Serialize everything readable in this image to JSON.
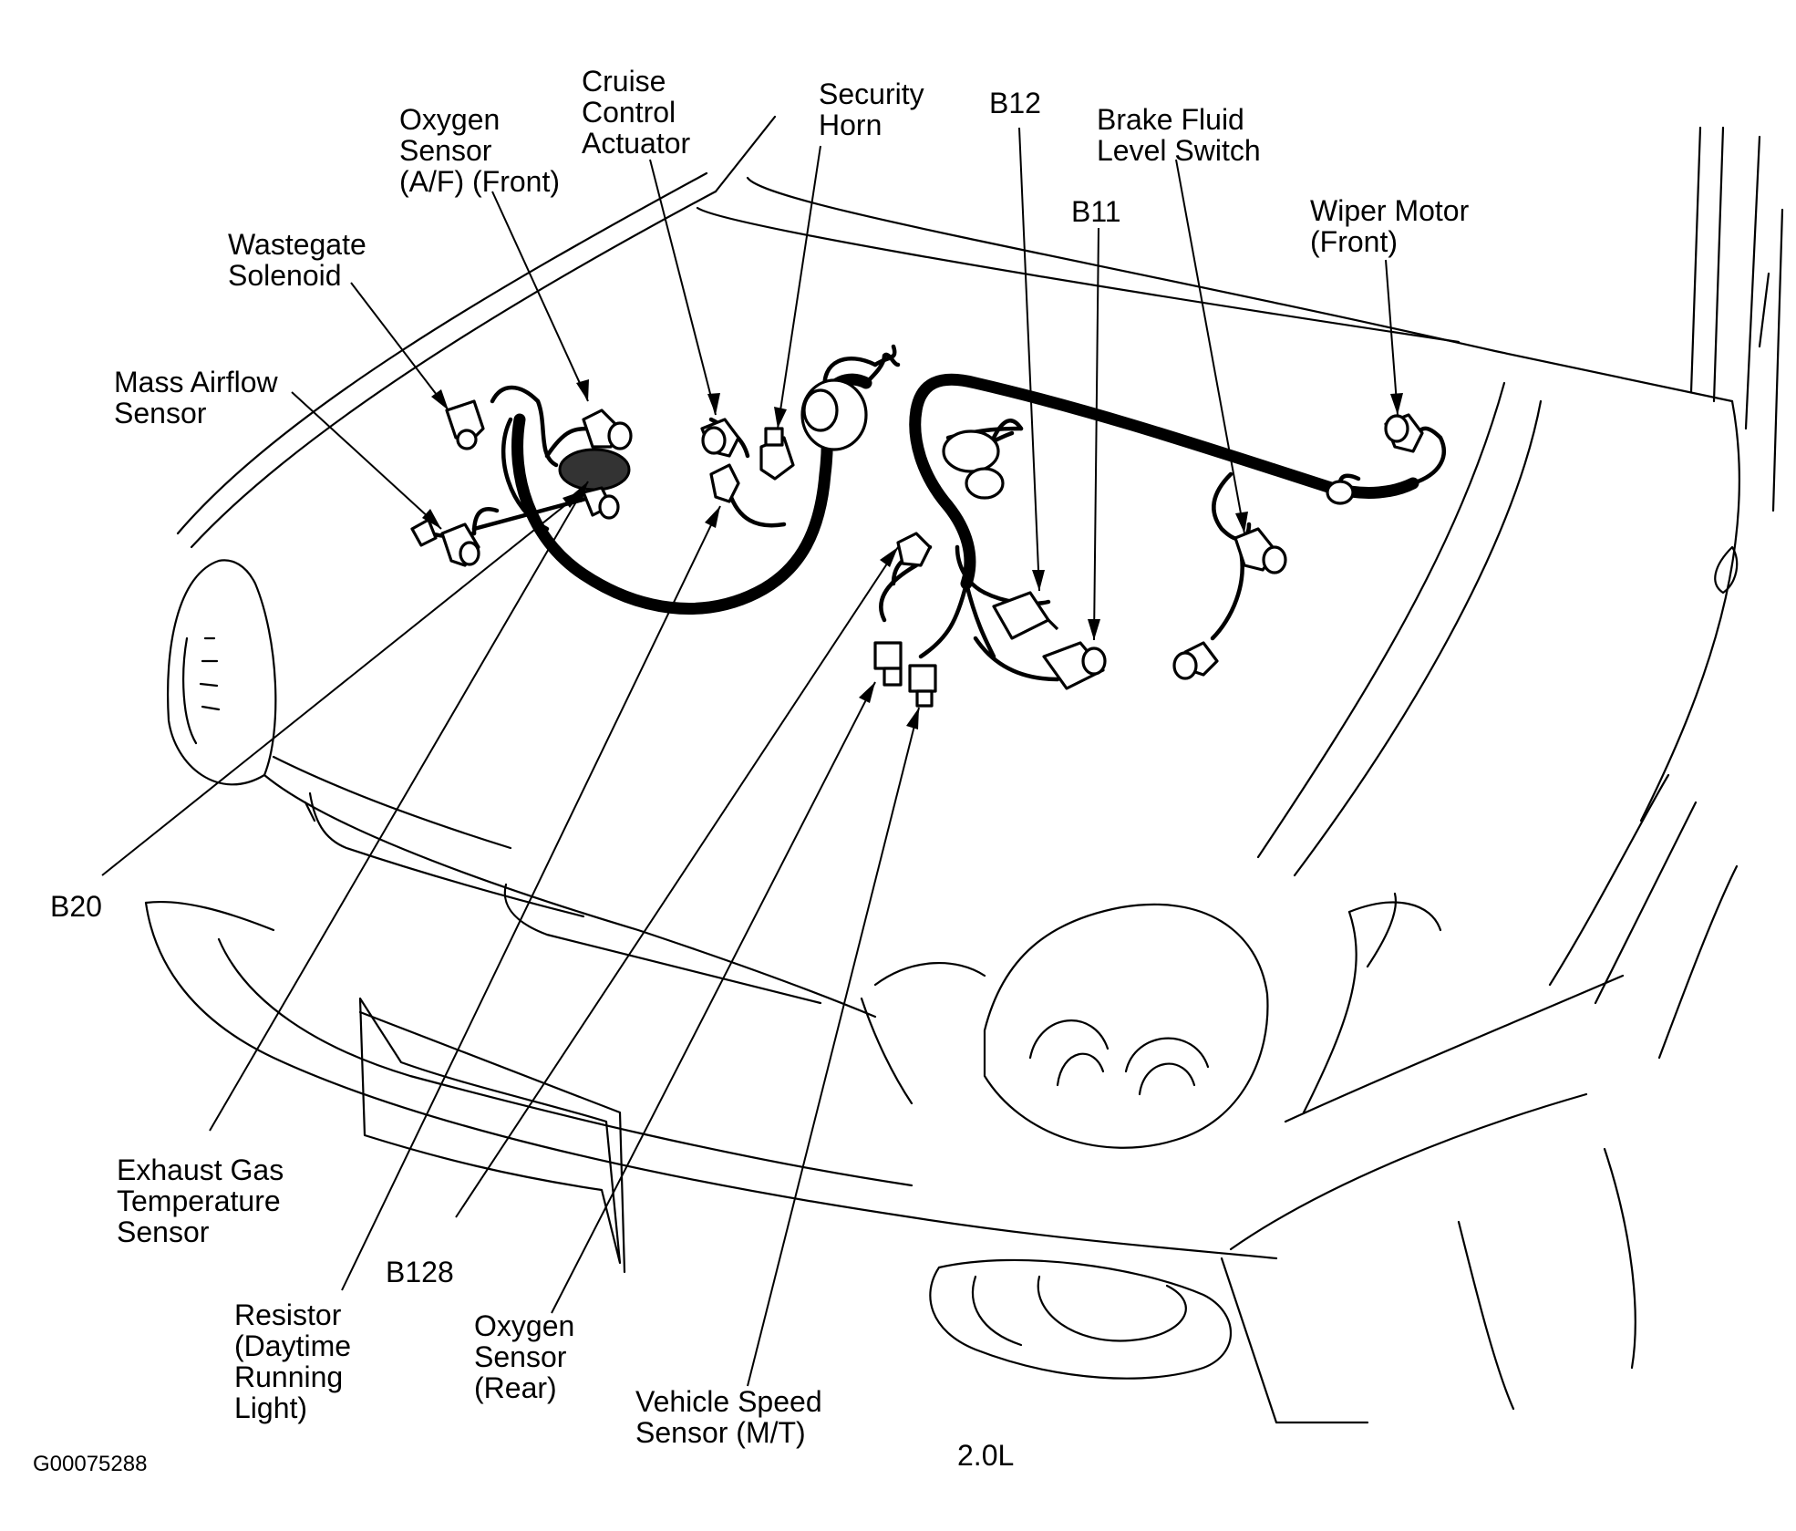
{
  "figure_id": "G00075288",
  "engine": "2.0L",
  "components": [
    {
      "id": "oxygen-sensor-af-front",
      "lines": [
        "Oxygen",
        "Sensor",
        "(A/F) (Front)"
      ]
    },
    {
      "id": "cruise-control-actuator",
      "lines": [
        "Cruise",
        "Control",
        "Actuator"
      ]
    },
    {
      "id": "security-horn",
      "lines": [
        "Security",
        "Horn"
      ]
    },
    {
      "id": "b12",
      "lines": [
        "B12"
      ]
    },
    {
      "id": "brake-fluid-level-switch",
      "lines": [
        "Brake Fluid",
        "Level Switch"
      ]
    },
    {
      "id": "b11",
      "lines": [
        "B11"
      ]
    },
    {
      "id": "wiper-motor-front",
      "lines": [
        "Wiper Motor",
        "(Front)"
      ]
    },
    {
      "id": "wastegate-solenoid",
      "lines": [
        "Wastegate",
        "Solenoid"
      ]
    },
    {
      "id": "mass-airflow-sensor",
      "lines": [
        "Mass Airflow",
        "Sensor"
      ]
    },
    {
      "id": "b20",
      "lines": [
        "B20"
      ]
    },
    {
      "id": "exhaust-gas-temperature-sensor",
      "lines": [
        "Exhaust Gas",
        "Temperature",
        "Sensor"
      ]
    },
    {
      "id": "b128",
      "lines": [
        "B128"
      ]
    },
    {
      "id": "resistor-daytime-running-light",
      "lines": [
        "Resistor",
        "(Daytime",
        "Running",
        "Light)"
      ]
    },
    {
      "id": "oxygen-sensor-rear",
      "lines": [
        "Oxygen",
        "Sensor",
        "(Rear)"
      ]
    },
    {
      "id": "vehicle-speed-sensor-mt",
      "lines": [
        "Vehicle Speed",
        "Sensor (M/T)"
      ]
    }
  ]
}
